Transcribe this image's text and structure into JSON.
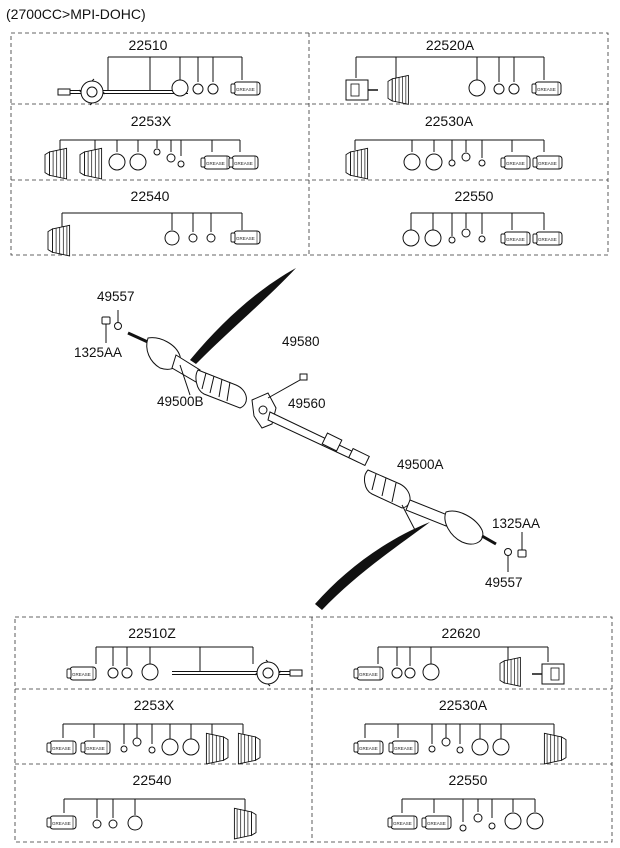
{
  "header": "(2700CC>MPI-DOHC)",
  "grease_label": "GREASE",
  "top_kits": [
    {
      "part_no": "22510"
    },
    {
      "part_no": "22520A"
    },
    {
      "part_no": "2253X"
    },
    {
      "part_no": "22530A"
    },
    {
      "part_no": "22540"
    },
    {
      "part_no": "22550"
    }
  ],
  "bottom_kits": [
    {
      "part_no": "22510Z"
    },
    {
      "part_no": "22620"
    },
    {
      "part_no": "2253X"
    },
    {
      "part_no": "22530A"
    },
    {
      "part_no": "22540"
    },
    {
      "part_no": "22550"
    }
  ],
  "callouts": {
    "nut_top": "49557",
    "washer_top": "1325AA",
    "shaft_left": "49500B",
    "bolt": "49580",
    "bearing_bracket": "49560",
    "shaft_right": "49500A",
    "washer_bottom": "1325AA",
    "nut_bottom": "49557"
  }
}
